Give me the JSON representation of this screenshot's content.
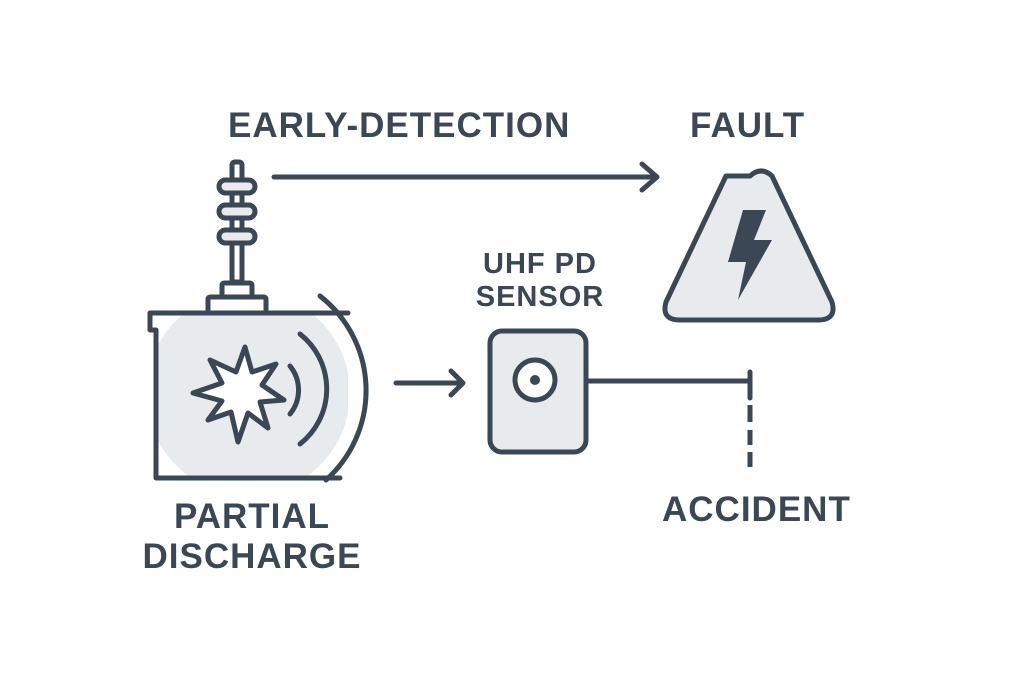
{
  "labels": {
    "early_detection": "EARLY-DETECTION",
    "fault": "FAULT",
    "sensor_line1": "UHF PD",
    "sensor_line2": "SENSOR",
    "partial_line1": "PARTIAL",
    "partial_line2": "DISCHARGE",
    "accident": "ACCIDENT"
  },
  "colors": {
    "stroke": "#3b4754",
    "fill_light": "#e8ebee",
    "background": "#ffffff"
  },
  "icons": {
    "transformer": "transformer-icon",
    "spark": "spark-icon",
    "signal": "signal-wave-icon",
    "sensor": "sensor-icon",
    "warning": "warning-triangle-icon",
    "lightning": "lightning-bolt-icon"
  }
}
